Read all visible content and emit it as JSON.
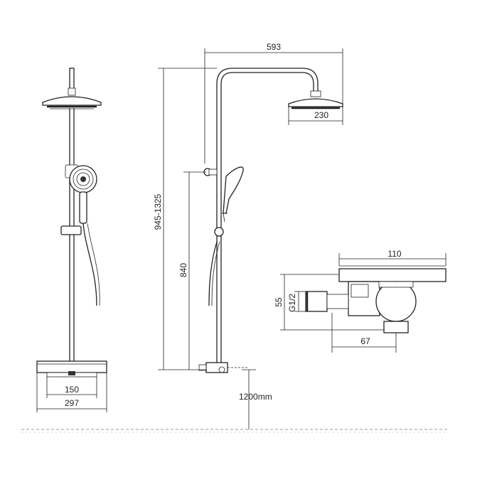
{
  "dimensions": {
    "arm_reach": "593",
    "head_diameter": "230",
    "height_range": "945-1325",
    "handset_height": "840",
    "bracket_spacing": "150",
    "base_width": "297",
    "install_height": "1200mm",
    "valve_width": "110",
    "valve_height": "55",
    "inlet_thread": "G1/2",
    "valve_depth": "67"
  }
}
